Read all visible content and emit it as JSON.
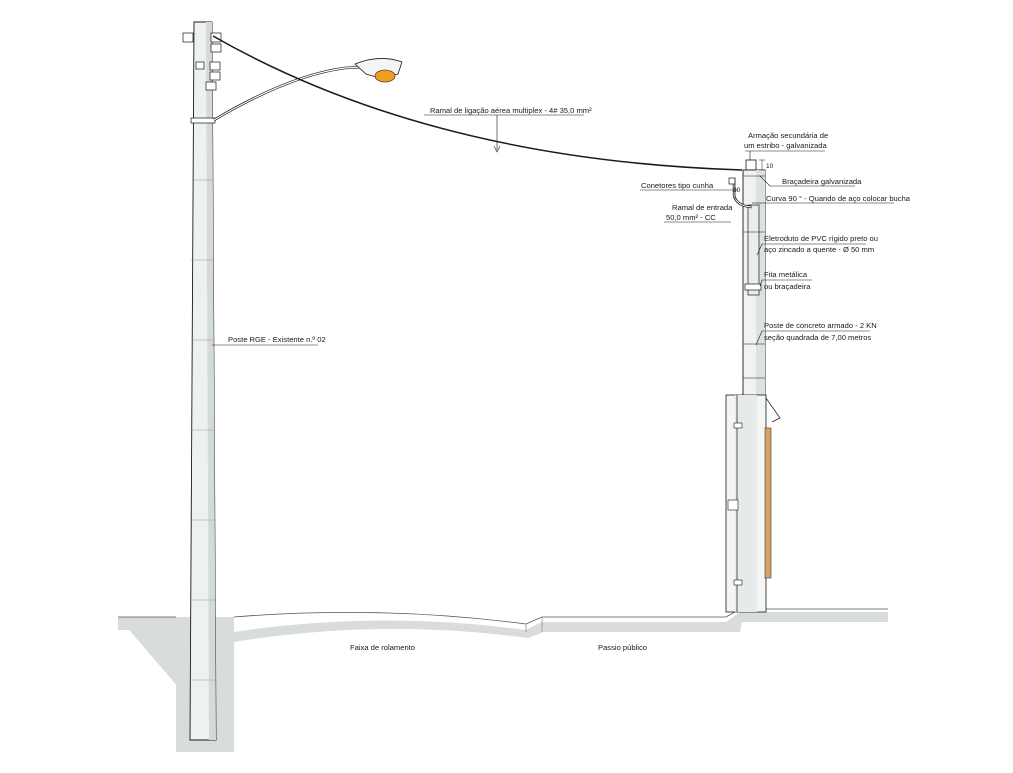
{
  "labels": {
    "ramal_ligacao": "Ramal de ligação aérea multiplex - 4# 35,0 mm²",
    "armacao_1": "Armação secundária de",
    "armacao_2": "um estribo - galvanizada",
    "bracadeira": "Braçadeira galvanizada",
    "conetores": "Conetores tipo cunha",
    "curva": "Curva 90 ° - Quando de aço colocar bucha",
    "ramal_entrada_1": "Ramal de entrada",
    "ramal_entrada_2": "50,0 mm² - CC",
    "eletroduto_1": "Eletroduto de PVC rígido preto ou",
    "eletroduto_2": "aço zincado a quente - Ø 50 mm",
    "fita_1": "Fita metálica",
    "fita_2": "ou braçadeira",
    "poste_concreto_1": "Poste de concreto armado - 2 KN",
    "poste_concreto_2": "seção quadrada de 7,00 metros",
    "poste_rge": "Poste RGE - Existente n.º 02",
    "faixa": "Faixa de rolamento",
    "passeio": "Passio público",
    "dim_10": "10",
    "dim_30": "30"
  },
  "colors": {
    "line": "#1a1a1a",
    "pole_fill": "#eef1f1",
    "pole_shadow": "#d4d9d9",
    "ground": "#d9dcdc",
    "lamp": "#f0a020",
    "box_wood": "#d8a266"
  }
}
